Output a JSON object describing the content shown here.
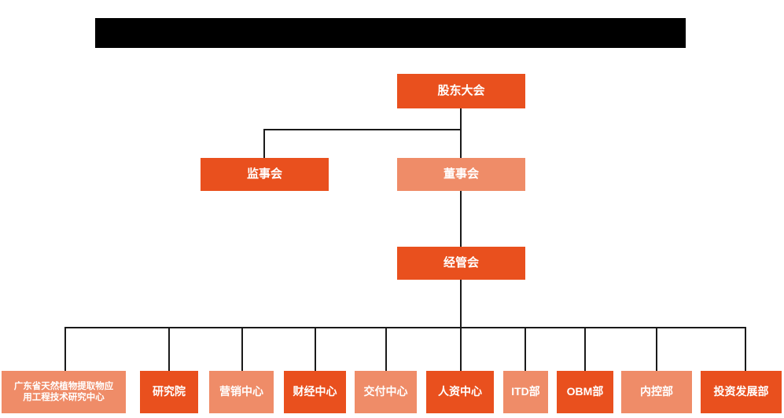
{
  "chart_type": "org-chart",
  "colors": {
    "background": "#ffffff",
    "dark_orange": "#E9501E",
    "light_orange": "#EF8C68",
    "line": "#1a1a1a",
    "redaction": "#000000",
    "text": "#ffffff"
  },
  "title_bar": {
    "label": "",
    "redacted": true
  },
  "levels": {
    "level1": {
      "shareholders": {
        "label": "股东大会",
        "tone": "dark"
      }
    },
    "level2": {
      "supervisors": {
        "label": "监事会",
        "tone": "dark"
      },
      "board": {
        "label": "董事会",
        "tone": "light"
      }
    },
    "level3": {
      "management": {
        "label": "经管会",
        "tone": "dark"
      }
    }
  },
  "departments": [
    {
      "label": "广东省天然植物提取物应\n用工程技术研究中心",
      "tone": "light",
      "multiline": true
    },
    {
      "label": "研究院",
      "tone": "dark",
      "multiline": false
    },
    {
      "label": "营销中心",
      "tone": "light",
      "multiline": false
    },
    {
      "label": "财经中心",
      "tone": "dark",
      "multiline": false
    },
    {
      "label": "交付中心",
      "tone": "light",
      "multiline": false
    },
    {
      "label": "人资中心",
      "tone": "dark",
      "multiline": false
    },
    {
      "label": "ITD部",
      "tone": "light",
      "multiline": false
    },
    {
      "label": "OBM部",
      "tone": "dark",
      "multiline": false
    },
    {
      "label": "内控部",
      "tone": "light",
      "multiline": false
    },
    {
      "label": "投资发展部",
      "tone": "dark",
      "multiline": false
    }
  ]
}
